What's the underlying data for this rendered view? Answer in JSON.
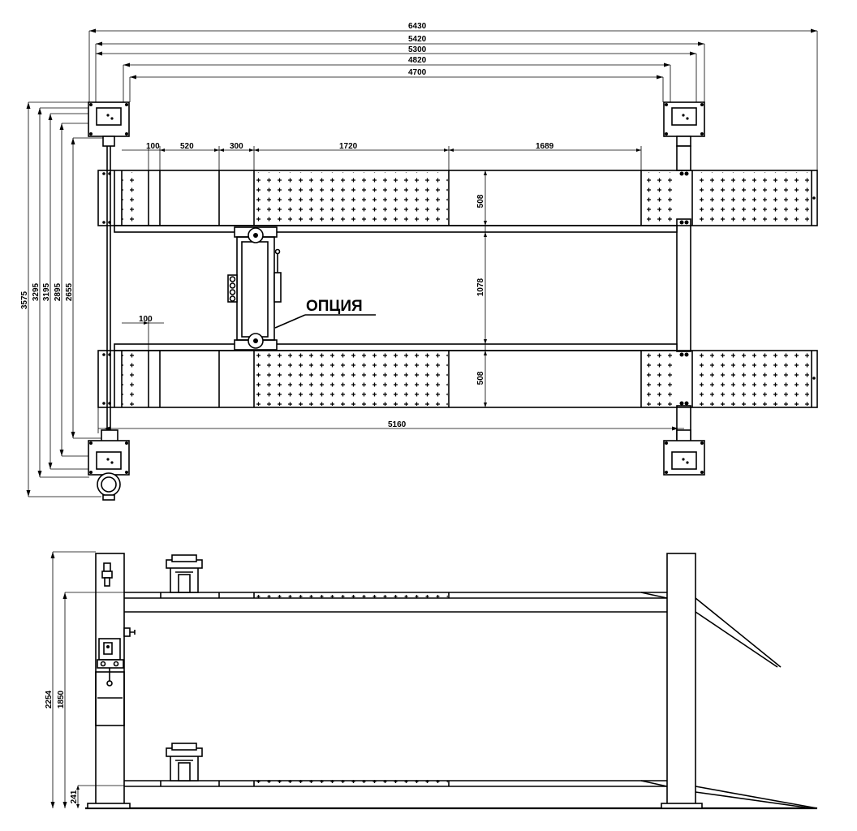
{
  "plan_view": {
    "top_dimensions": [
      "6430",
      "5420",
      "5300",
      "4820",
      "4700"
    ],
    "left_dimensions": [
      "3575",
      "3295",
      "3195",
      "2895",
      "2655"
    ],
    "segment_dimensions": [
      "100",
      "520",
      "300",
      "1720",
      "1689"
    ],
    "inner_offset": "100",
    "runway_width_upper": "508",
    "runway_width_lower": "508",
    "between_runways": "1078",
    "runway_length": "5160",
    "option_label": "ОПЦИЯ"
  },
  "side_view": {
    "overall_height": "2254",
    "lift_height": "1850",
    "lowered_height": "241"
  }
}
